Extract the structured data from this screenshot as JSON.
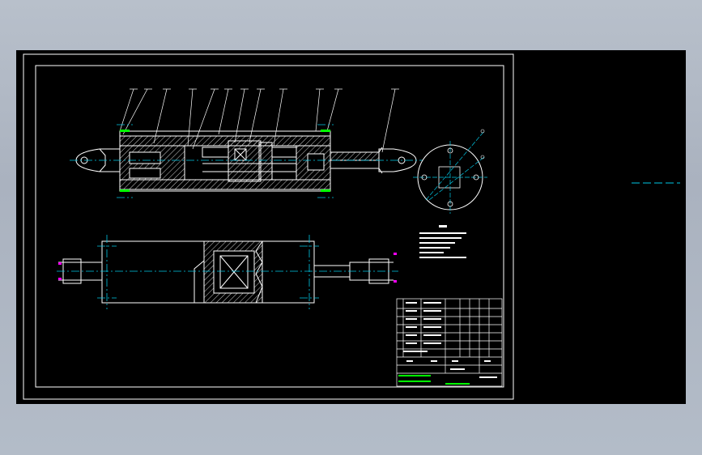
{
  "app": {
    "viewport_background": "#000000",
    "canvas_background": "#b0b8c4"
  },
  "colors": {
    "outline": "#ffffff",
    "center_line": "#00c8e6",
    "leader": "#ffffff",
    "hatch": "#ffffff",
    "accent_green": "#00ff00",
    "accent_magenta": "#ff00ff"
  },
  "drawing": {
    "view_main": "sectional-front-view",
    "view_bottom": "external-front-view",
    "view_side": "end-view",
    "balloon_count": 13,
    "notes_lines": 5,
    "bom_rows": 10
  }
}
